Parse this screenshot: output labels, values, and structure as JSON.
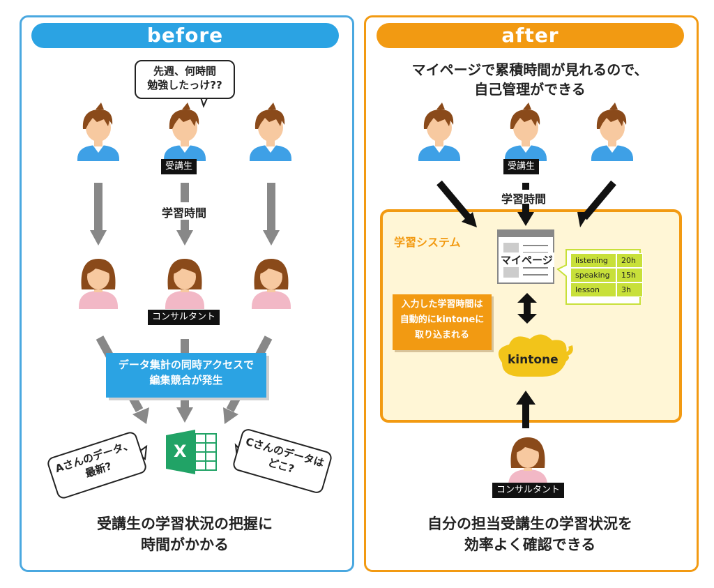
{
  "before": {
    "header": "before",
    "speech_question": [
      "先週、何時間",
      "勉強したっけ??"
    ],
    "student_label": "受講生",
    "flow_label": "学習時間",
    "consultant_label": "コンサルタント",
    "conflict_box": [
      "データ集計の同時アクセスで",
      "編集競合が発生"
    ],
    "bubble_left": [
      "Aさんのデータ、",
      "最新?"
    ],
    "bubble_right": [
      "Cさんのデータは",
      "どこ?"
    ],
    "excel_letter": "X",
    "footer": [
      "受講生の学習状況の把握に",
      "時間がかかる"
    ]
  },
  "after": {
    "header": "after",
    "headline": [
      "マイページで累積時間が見れるので、",
      "自己管理ができる"
    ],
    "student_label": "受講生",
    "flow_label": "学習時間",
    "system_label": "学習システム",
    "mypage_label": "マイページ",
    "study_table": [
      {
        "subject": "listening",
        "hours": "20h"
      },
      {
        "subject": "speaking",
        "hours": "15h"
      },
      {
        "subject": "lesson",
        "hours": "3h"
      }
    ],
    "auto_import_box": [
      "入力した学習時間は",
      "自動的にkintoneに",
      "取り込まれる"
    ],
    "kintone_label": "kintone",
    "consultant_label": "コンサルタント",
    "footer": [
      "自分の担当受講生の学習状況を",
      "効率よく確認できる"
    ]
  },
  "colors": {
    "before_accent": "#2ba3e3",
    "after_accent": "#f29a12",
    "student_shirt": "#3ea0e6",
    "consultant_shirt": "#f2b8c6",
    "hair_brown": "#8a4a1a",
    "skin": "#f7c9a0",
    "system_bg": "#fff6d6",
    "table_green": "#c8e03a",
    "excel_green": "#21a366"
  }
}
